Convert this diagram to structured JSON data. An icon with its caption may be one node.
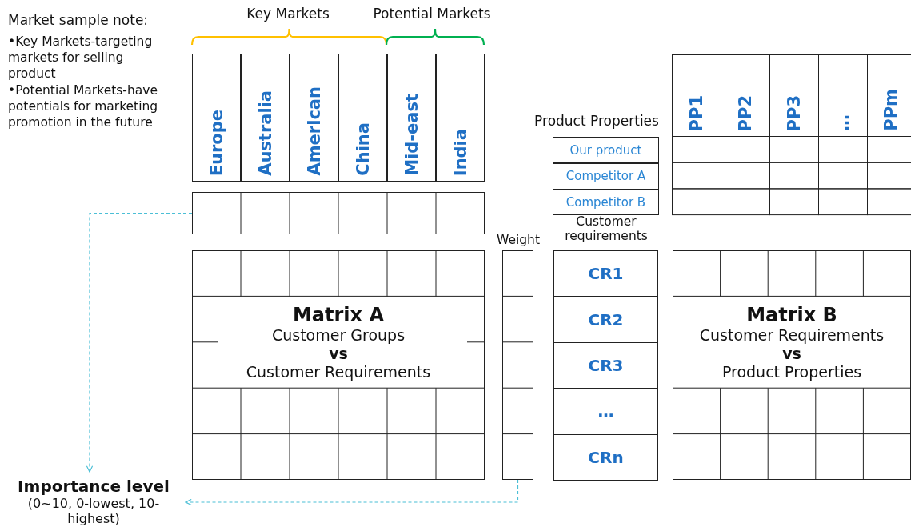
{
  "diagram": {
    "nodes": [
      {
        "text": [
          "Europe"
        ]
      },
      {
        "text": [
          "Australia"
        ]
      },
      {
        "text": [
          "American"
        ]
      },
      {
        "text": [
          "China"
        ]
      },
      {
        "text": [
          "Mid-east"
        ]
      },
      {
        "text": [
          "India"
        ]
      },
      {
        "text": [],
        "shape": "box"
      },
      {
        "text": [
          "Matrix A",
          "Customer Groups",
          "vs",
          "Customer Requirements"
        ]
      },
      {
        "text": [],
        "shape": "box"
      },
      {
        "text": [
          "Importance level",
          "(0~10, 0-lowest, 10-highest)"
        ]
      },
      {
        "text": [
          "Our product"
        ]
      },
      {
        "text": [
          "Competitor A"
        ]
      },
      {
        "text": [
          "Competitor B"
        ]
      },
      {
        "text": [
          "PP1"
        ]
      },
      {
        "text": [
          "PP2"
        ]
      },
      {
        "text": [
          "PP3"
        ]
      },
      {
        "text": [
          "…"
        ]
      },
      {
        "text": [
          "PPm"
        ]
      },
      {
        "text": [
          "CR1"
        ]
      },
      {
        "text": [
          "CR2"
        ]
      },
      {
        "text": [
          "CR3"
        ]
      },
      {
        "text": [
          "…"
        ]
      },
      {
        "text": [
          "CRn"
        ]
      },
      {
        "text": [
          "Matrix B",
          "Customer Requirements",
          "vs",
          "Product Properties"
        ]
      }
    ],
    "edges": [
      {
        "from": 6,
        "to": 9,
        "arrow": "to",
        "style": "dashed"
      },
      {
        "from": 8,
        "to": 9,
        "arrow": "to",
        "style": "dashed"
      }
    ],
    "labels": [
      "Market sample note:",
      "•Key Markets-targeting markets for selling product",
      "•Potential Markets-have potentials for marketing promotion in the future",
      "Key Markets",
      "Potential Markets",
      "Product Properties",
      "Weight",
      "Customer requirements"
    ]
  }
}
